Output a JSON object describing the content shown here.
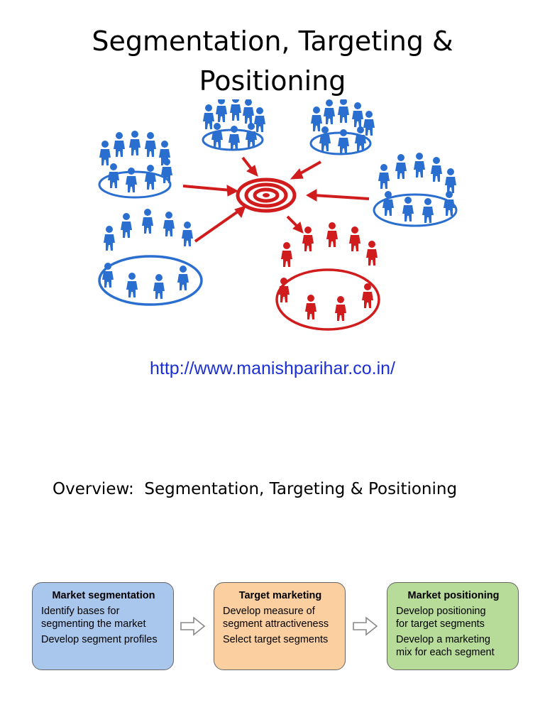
{
  "title": {
    "line1": "Segmentation, Targeting &",
    "line2": "Positioning"
  },
  "url": "http://www.manishparihar.co.in/",
  "overview": "Overview:  Segmentation, Targeting & Positioning",
  "flow": {
    "segmentation": {
      "heading": "Market segmentation",
      "lines": [
        "Identify bases for",
        "segmenting the market",
        "Develop segment profiles"
      ]
    },
    "targeting": {
      "heading": "Target marketing",
      "lines": [
        "Develop measure of",
        "segment attractiveness",
        "Select target segments"
      ]
    },
    "positioning": {
      "heading": "Market positioning",
      "lines": [
        "Develop positioning",
        "for target segments",
        "Develop a marketing",
        "mix for each segment"
      ]
    }
  },
  "colors": {
    "people_blue": "#2a6fd0",
    "people_red": "#d01c1c",
    "target_red": "#d01c1c",
    "url_blue": "#1a2fd6",
    "box_blue": "#a9c6ec",
    "box_orange": "#fbcf9f",
    "box_green": "#b7dc99"
  },
  "icons": [
    "target-icon",
    "people-group-icon",
    "arrow-icon"
  ]
}
